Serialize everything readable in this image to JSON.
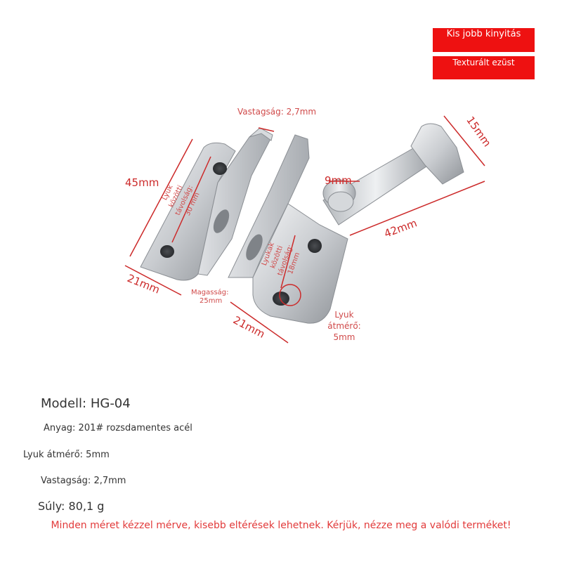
{
  "badges": {
    "top_label": "Kis jobb kinyitás",
    "bottom_label": "Texturált ezüst"
  },
  "dimensions": {
    "thickness": "Vastagság: 2,7mm",
    "height_45": "45mm",
    "hole_distance_30_line1": "Lyuk",
    "hole_distance_30_line2": "közötti",
    "hole_distance_30_line3": "távolság:",
    "hole_distance_30_line4": "30 mm",
    "width_21_left": "21mm",
    "height_25_line1": "Magasság:",
    "height_25_line2": "25mm",
    "width_21_bottom": "21mm",
    "hole_distance_18_line1": "Lyukak",
    "hole_distance_18_line2": "közötti",
    "hole_distance_18_line3": "távolság:",
    "hole_distance_18_line4": "18mm",
    "pin_9": "9mm",
    "length_42": "42mm",
    "hook_15": "15mm",
    "hole_diameter_line1": "Lyuk",
    "hole_diameter_line2": "átmérő:",
    "hole_diameter_line3": "5mm"
  },
  "specs": {
    "model": "Modell: HG-04",
    "material": "Anyag: 201# rozsdamentes acél",
    "hole_diameter": "Lyuk átmérő: 5mm",
    "thickness": "Vastagság: 2,7mm",
    "weight": "Súly: 80,1 g"
  },
  "disclaimer": "Minden méret kézzel mérve, kisebb eltérések lehetnek. Kérjük, nézze meg a valódi terméket!",
  "colors": {
    "badge_bg": "#ee1111",
    "dimension_red": "#cc2a2a",
    "disclaimer_red": "#e23a3a",
    "spec_text": "#333333",
    "steel_light": "#e6e8ea",
    "steel_dark": "#9a9ea3"
  }
}
